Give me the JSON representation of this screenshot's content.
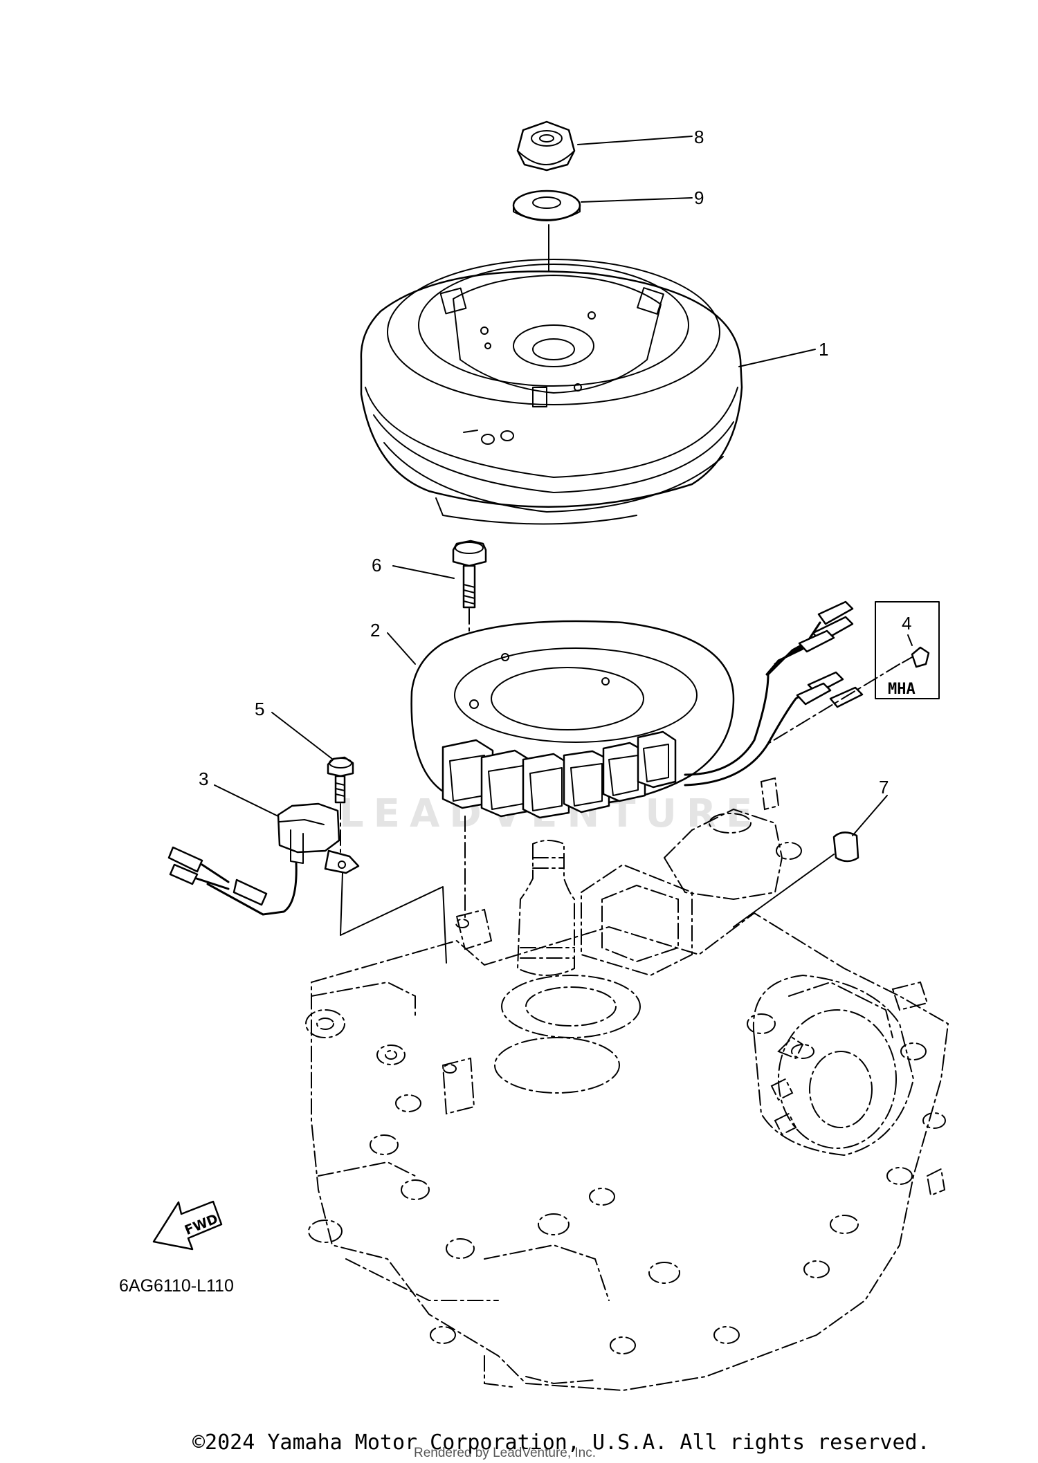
{
  "callouts": {
    "c1": "1",
    "c2": "2",
    "c3": "3",
    "c4": "4",
    "c5": "5",
    "c6": "6",
    "c7": "7",
    "c8": "8",
    "c9": "9"
  },
  "variant_box_label": "MHA",
  "fwd_label": "FWD",
  "watermark": "LEADVENTURE",
  "diagram_code": "6AG6110-L110",
  "copyright": "©2024 Yamaha Motor Corporation, U.S.A. All rights reserved.",
  "render_credit": "Rendered by LeadVenture, Inc."
}
